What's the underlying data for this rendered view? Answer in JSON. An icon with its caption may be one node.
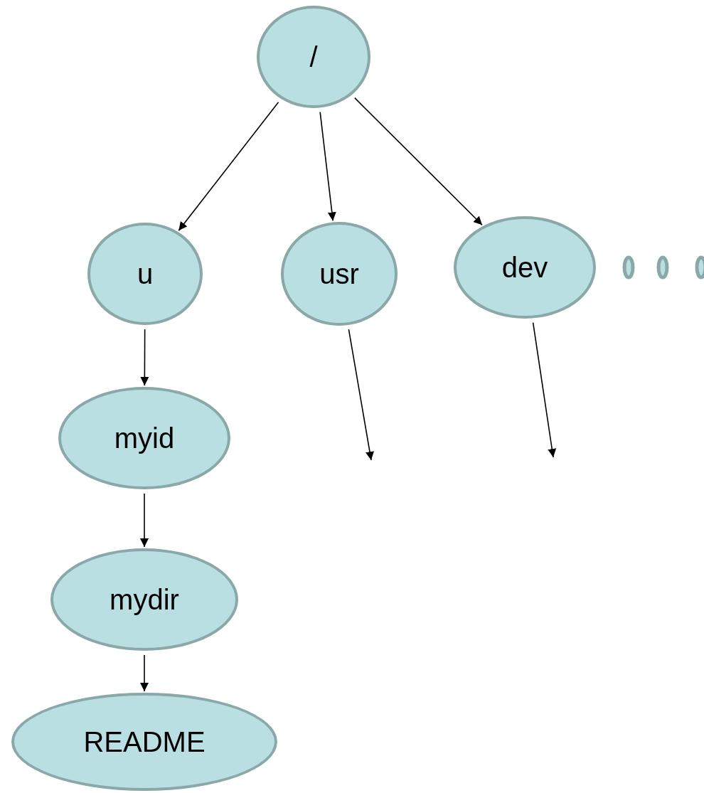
{
  "diagram": {
    "nodes": [
      {
        "text": [
          "/"
        ]
      },
      {
        "text": [
          "u"
        ]
      },
      {
        "text": [
          "usr"
        ]
      },
      {
        "text": [
          "dev"
        ]
      },
      {
        "text": [
          "myid"
        ]
      },
      {
        "text": [
          "mydir"
        ]
      },
      {
        "text": [
          "README"
        ]
      }
    ],
    "edges": [
      {
        "from": 0,
        "to": 1,
        "arrow": "to"
      },
      {
        "from": 0,
        "to": 2,
        "arrow": "to"
      },
      {
        "from": 0,
        "to": 3,
        "arrow": "to"
      },
      {
        "from": 1,
        "to": 4,
        "arrow": "to"
      },
      {
        "from": 2,
        "to": null,
        "arrow": "to"
      },
      {
        "from": 3,
        "to": null,
        "arrow": "to"
      },
      {
        "from": 4,
        "to": 5,
        "arrow": "to"
      },
      {
        "from": 5,
        "to": 6,
        "arrow": "to"
      }
    ]
  }
}
